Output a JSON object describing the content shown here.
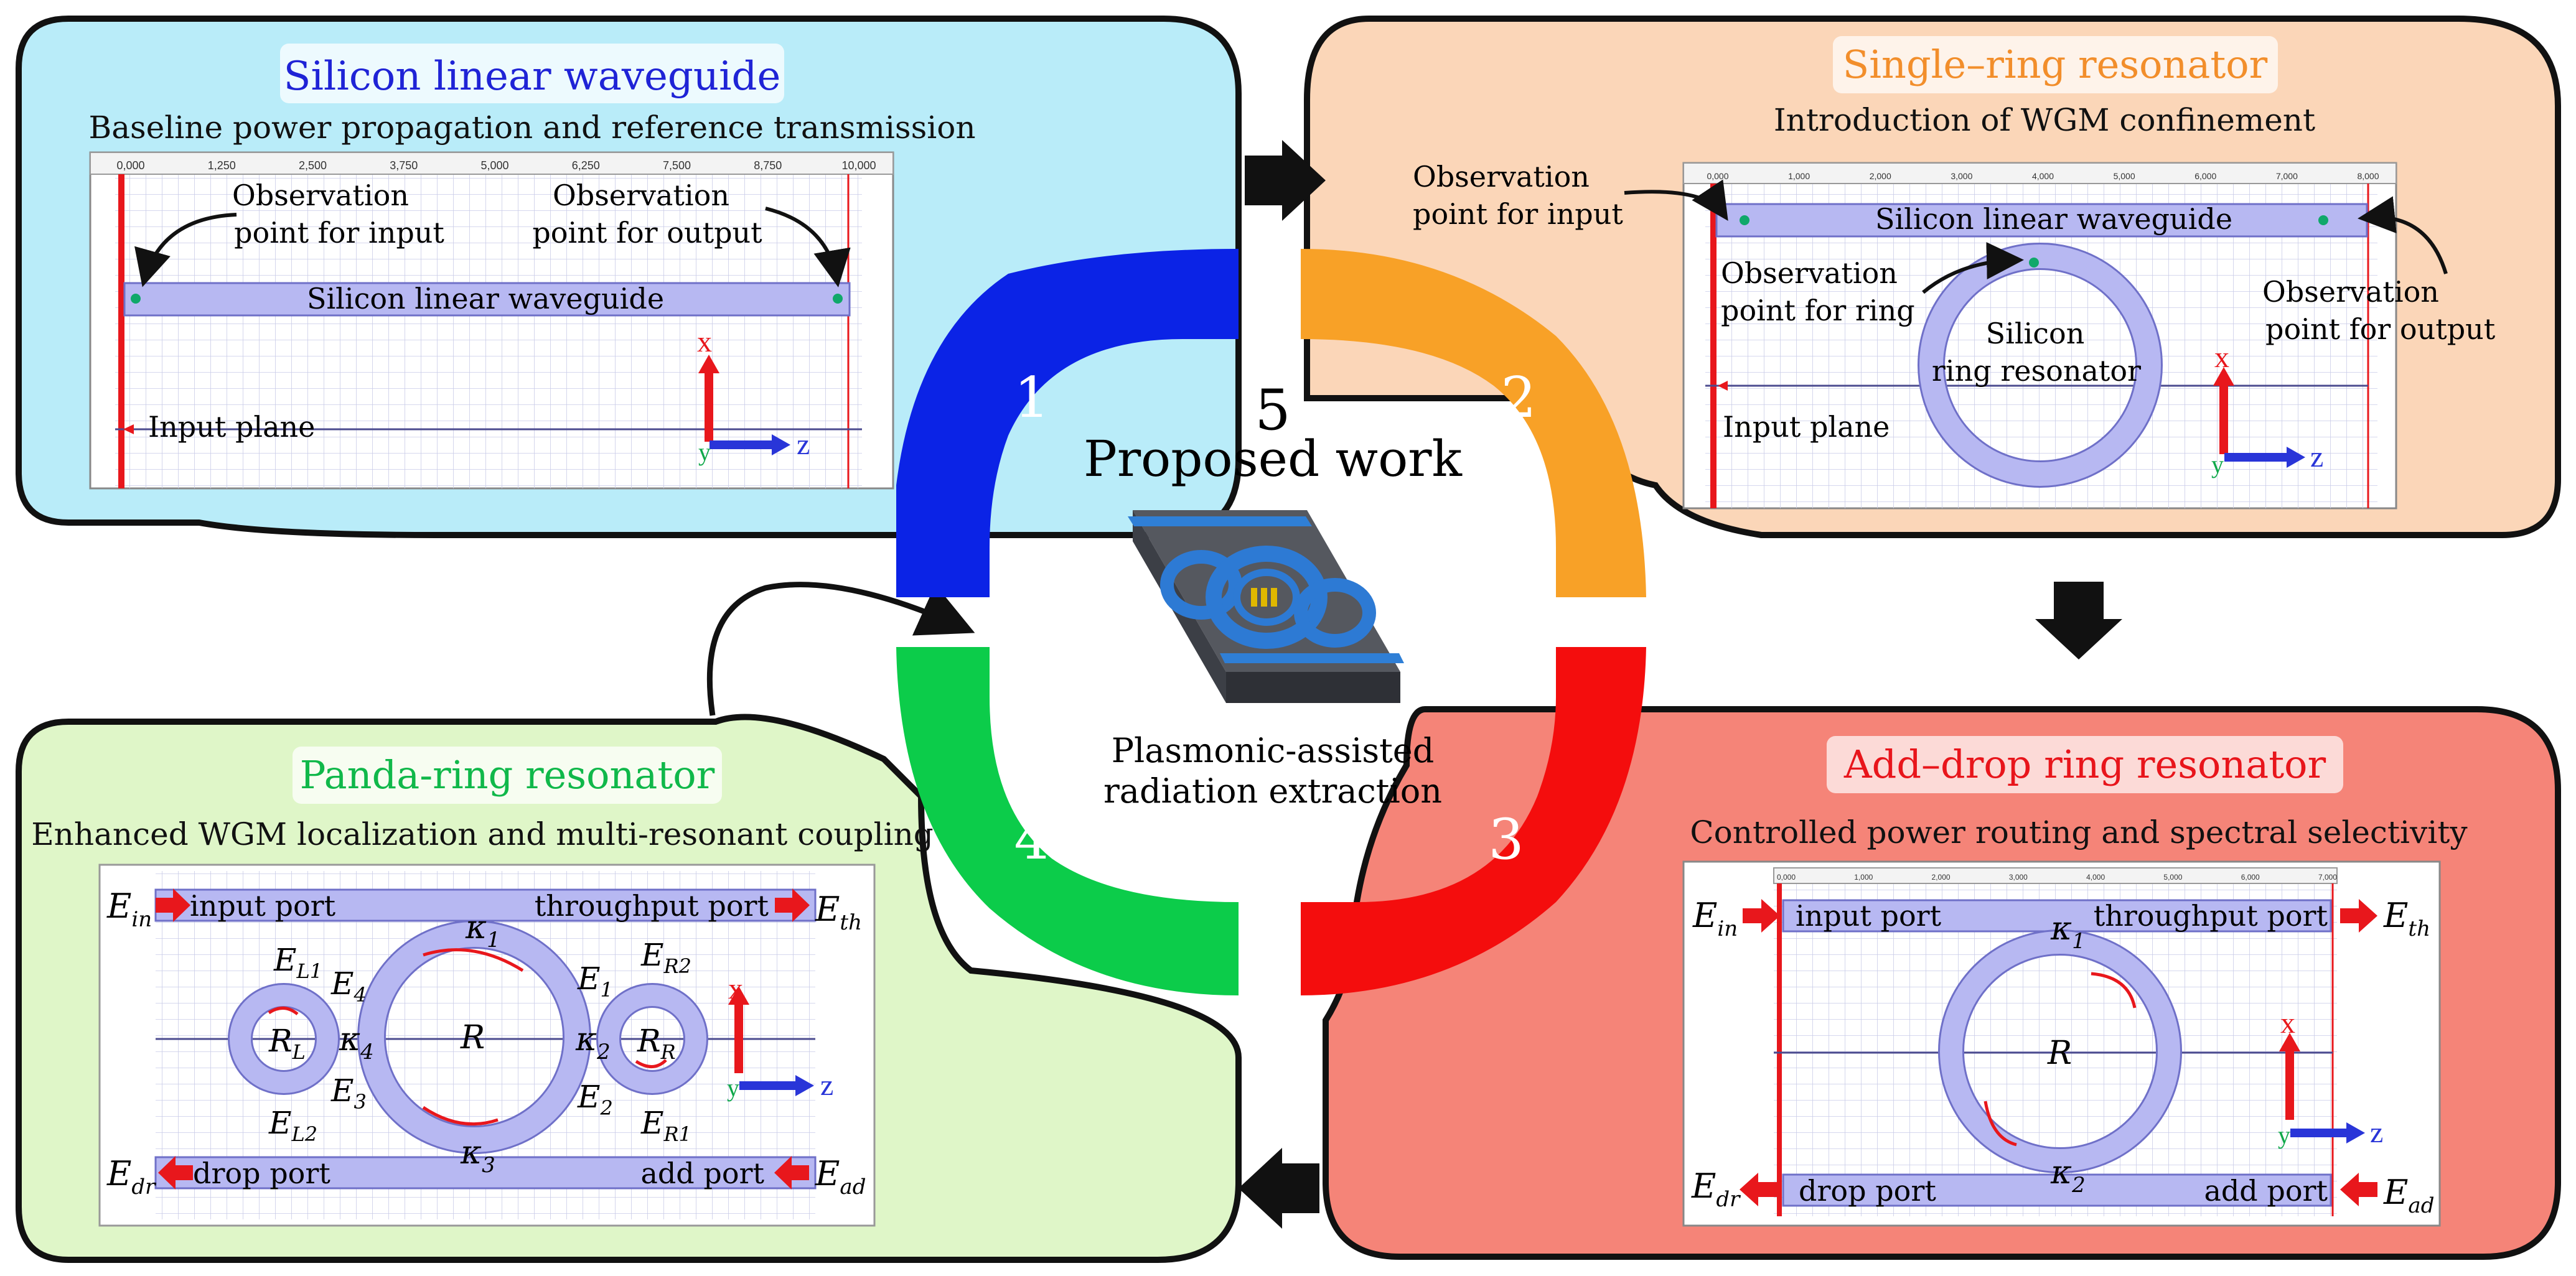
{
  "panels": {
    "p1": {
      "title": "Silicon linear waveguide",
      "subtitle": "Baseline power propagation and reference transmission",
      "waveguide_label": "Silicon linear waveguide",
      "obs_input": [
        "Observation",
        "point for input"
      ],
      "obs_output": [
        "Observation",
        "point for output"
      ],
      "input_plane": "Input plane",
      "ruler": [
        "0,000",
        "1,250",
        "2,500",
        "3,750",
        "5,000",
        "6,250",
        "7,500",
        "8,750",
        "10,000"
      ],
      "axis_x": "x",
      "axis_z": "z",
      "axis_y": "y"
    },
    "p2": {
      "title": "Single–ring resonator",
      "subtitle": "Introduction of WGM confinement",
      "waveguide_label": "Silicon linear waveguide",
      "obs_input": [
        "Observation",
        "point for input"
      ],
      "obs_ring": [
        "Observation",
        "point for ring"
      ],
      "obs_output": [
        "Observation",
        "point for output"
      ],
      "ring_label": [
        "Silicon",
        "ring resonator"
      ],
      "input_plane": "Input plane",
      "ruler": [
        "0,000",
        "1,000",
        "2,000",
        "3,000",
        "4,000",
        "5,000",
        "6,000",
        "7,000",
        "8,000"
      ],
      "axis_x": "x",
      "axis_z": "z",
      "axis_y": "y"
    },
    "p3": {
      "title": "Add–drop ring resonator",
      "subtitle": "Controlled power routing and spectral selectivity",
      "input_port": "input port",
      "throughput_port": "throughput port",
      "drop_port": "drop port",
      "add_port": "add port",
      "e_in": "E",
      "e_in_sub": "in",
      "e_th": "E",
      "e_th_sub": "th",
      "e_dr": "E",
      "e_dr_sub": "dr",
      "e_ad": "E",
      "e_ad_sub": "ad",
      "kappa1": "κ",
      "kappa1_sub": "1",
      "kappa2": "κ",
      "kappa2_sub": "2",
      "ring_R": "R",
      "ruler": [
        "0,000",
        "1,000",
        "2,000",
        "3,000",
        "4,000",
        "5,000",
        "6,000",
        "7,000"
      ],
      "axis_x": "x",
      "axis_z": "z",
      "axis_y": "y"
    },
    "p4": {
      "title": "Panda-ring resonator",
      "subtitle": "Enhanced WGM localization and multi-resonant coupling",
      "input_port": "input port",
      "throughput_port": "throughput port",
      "drop_port": "drop port",
      "add_port": "add port",
      "e_in": "E",
      "e_in_sub": "in",
      "e_th": "E",
      "e_th_sub": "th",
      "e_dr": "E",
      "e_dr_sub": "dr",
      "e_ad": "E",
      "e_ad_sub": "ad",
      "e1": "E",
      "e1_sub": "1",
      "e2": "E",
      "e2_sub": "2",
      "e3": "E",
      "e3_sub": "3",
      "e4": "E",
      "e4_sub": "4",
      "el1": "E",
      "el1_sub": "L1",
      "el2": "E",
      "el2_sub": "L2",
      "er1": "E",
      "er1_sub": "R1",
      "er2": "E",
      "er2_sub": "R2",
      "k1": "κ",
      "k1_sub": "1",
      "k2": "κ",
      "k2_sub": "2",
      "k3": "κ",
      "k3_sub": "3",
      "k4": "κ",
      "k4_sub": "4",
      "ring_R": "R",
      "ring_RL": "R",
      "ring_RL_sub": "L",
      "ring_RR": "R",
      "ring_RR_sub": "R",
      "axis_x": "x",
      "axis_z": "z",
      "axis_y": "y"
    }
  },
  "center": {
    "number": "5",
    "title": "Proposed work",
    "caption": [
      "Plasmonic-assisted",
      "radiation extraction"
    ],
    "segments": [
      "1",
      "2",
      "3",
      "4"
    ]
  },
  "colors": {
    "panel1_bg": "#b9ecf9",
    "panel2_bg": "#fbd6b8",
    "panel3_bg": "#f58478",
    "panel4_bg": "#dff6c8",
    "title1": "#1f23d6",
    "title2": "#f28e2b",
    "title3": "#e8151b",
    "title4": "#10b84a",
    "seg1": "#0b23e6",
    "seg2": "#f8a127",
    "seg3": "#f40d0d",
    "seg4": "#0ccc4a",
    "waveguide": "#b7b8f2",
    "arrow_red": "#e8171c"
  }
}
